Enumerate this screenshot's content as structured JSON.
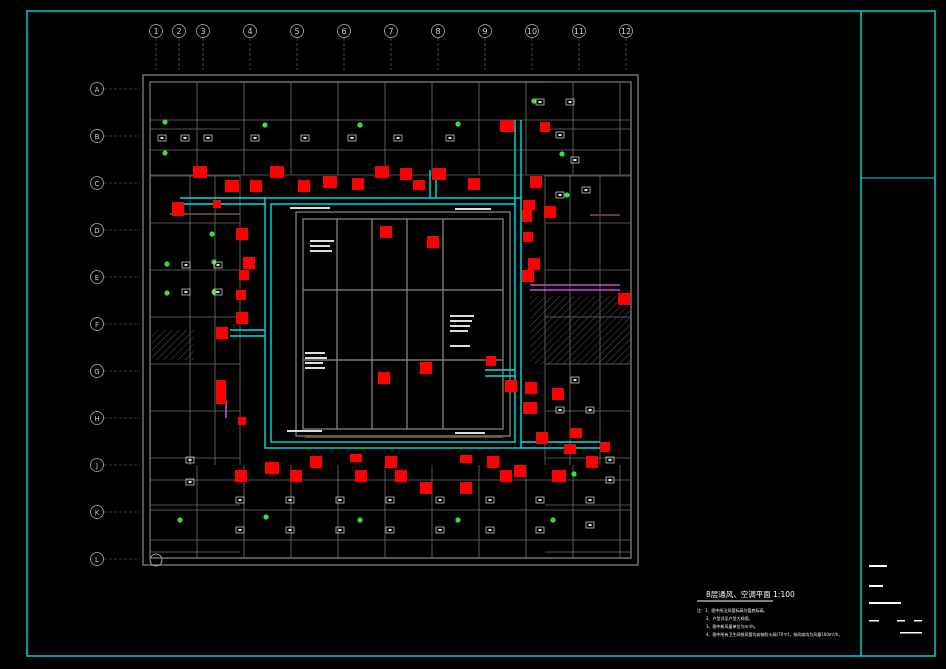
{
  "colors": {
    "background": "#000000",
    "frame": "#00d0d0",
    "wall": "#8a8a8a",
    "grid": "#707070",
    "duct": "#00e0e0",
    "unit": "#ff0000",
    "text": "#ffffff",
    "green": "#2ee82e",
    "magenta": "#d04ad0",
    "brown": "#7a5a3a"
  },
  "column_axis_labels": [
    "1",
    "2",
    "3",
    "4",
    "5",
    "6",
    "7",
    "8",
    "9",
    "10",
    "11",
    "12"
  ],
  "row_axis_labels": [
    "A",
    "B",
    "C",
    "D",
    "E",
    "F",
    "G",
    "H",
    "J",
    "K",
    "L"
  ],
  "drawing_title": "8层通风、空调平面 1:100",
  "notes": [
    "注：1、图中所注风管标高为管底标高。",
    "2、户型详见户型大样图。",
    "3、图中新风量单位为m³/h。",
    "4、图中所有卫生间排风管均安装防火阀(70℃)，排风扇均为风量100m³/h。"
  ]
}
